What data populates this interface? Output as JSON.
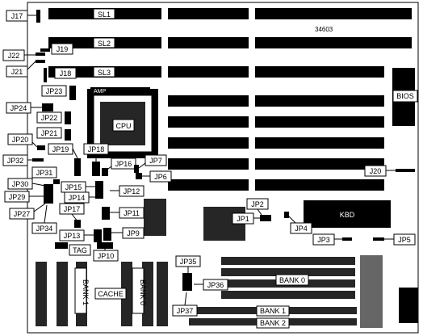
{
  "board": {
    "model": "34603",
    "amp_label": "AMP"
  },
  "slots": {
    "sl1": "SL1",
    "sl2": "SL2",
    "sl3": "SL3"
  },
  "components": {
    "cpu": "CPU",
    "bios": "BIOS",
    "kbd": "KBD",
    "tag": "TAG",
    "cache": "CACHE",
    "bank0_left": "BANK 0",
    "bank1_left": "BANK 1",
    "bank0_right": "BANK 0",
    "bank1_right": "BANK 1",
    "bank2_right": "BANK 2"
  },
  "jumpers": {
    "j17": "J17",
    "j19": "J19",
    "j22": "J22",
    "j21": "J21",
    "j18": "J18",
    "jp23": "JP23",
    "jp24": "JP24",
    "jp22": "JP22",
    "jp21": "JP21",
    "jp20": "JP20",
    "jp19": "JP19",
    "jp18": "JP18",
    "jp32": "JP32",
    "jp16": "JP16",
    "jp7": "JP7",
    "jp6": "JP6",
    "jp31": "JP31",
    "jp30": "JP30",
    "jp15": "JP15",
    "jp12": "JP12",
    "jp29": "JP29",
    "jp14": "JP14",
    "jp27": "JP27",
    "jp17": "JP17",
    "jp11": "JP11",
    "jp34": "JP34",
    "jp13": "JP13",
    "jp9": "JP9",
    "jp10": "JP10",
    "jp2": "JP2",
    "jp1": "JP1",
    "jp4": "JP4",
    "jp3": "JP3",
    "jp5": "JP5",
    "j20": "J20",
    "jp35": "JP35",
    "jp36": "JP36",
    "jp37": "JP37"
  }
}
